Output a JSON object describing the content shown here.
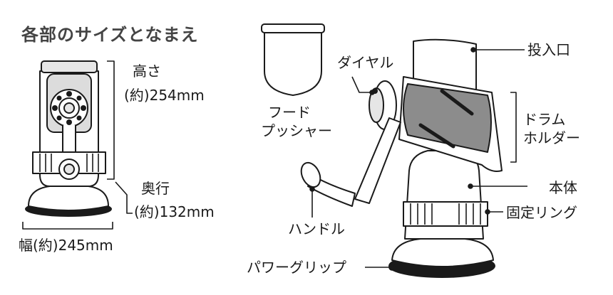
{
  "title": "各部のサイズとなまえ",
  "dimensions": {
    "height_label": "高さ",
    "height_value": "(約)254mm",
    "depth_label": "奥行",
    "depth_value": "(約)132mm",
    "width_value": "幅(約)245mm"
  },
  "parts": {
    "dial": "ダイヤル",
    "hopper": "投入口",
    "food_pusher_line1": "フード",
    "food_pusher_line2": "プッシャー",
    "drum_holder_line1": "ドラム",
    "drum_holder_line2": "ホルダー",
    "body": "本体",
    "handle": "ハンドル",
    "ring": "固定リング",
    "grip": "パワーグリップ"
  },
  "colors": {
    "outline": "#1a1a1a",
    "body_fill": "#ffffff",
    "light_gray": "#e6e6e6",
    "mid_gray": "#b4b4b4",
    "drum_gray": "#8c8c8c"
  }
}
